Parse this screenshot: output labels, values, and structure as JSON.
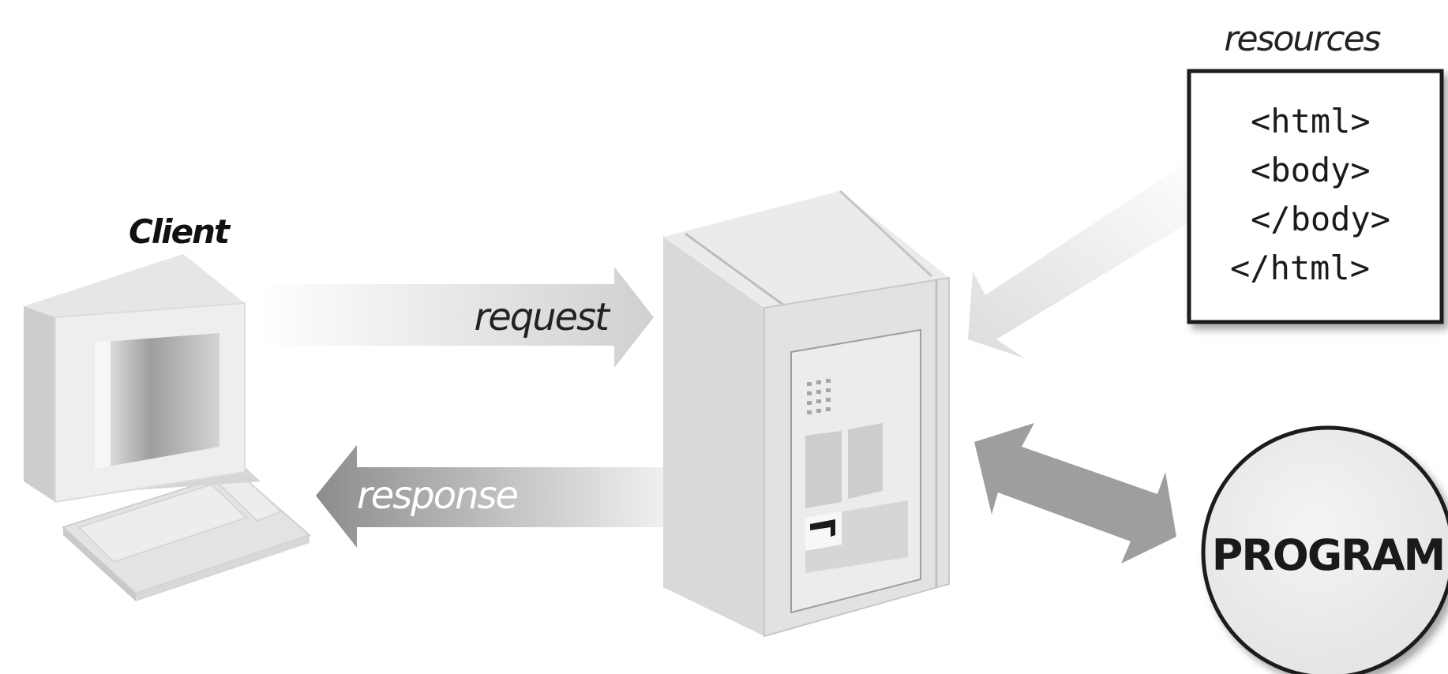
{
  "labels": {
    "client": "Client",
    "request": "request",
    "response": "response",
    "resources": "resources",
    "program": "PROGRAM"
  },
  "resources_code": [
    "<html>",
    "<body>",
    "</body>",
    "</html>"
  ],
  "colors": {
    "arrow_dark": "#9a9a9a",
    "arrow_light": "#e6e6e6",
    "device_face": "#e9e9e9",
    "device_side": "#d2d2d2",
    "outline": "#1a1a1a"
  }
}
